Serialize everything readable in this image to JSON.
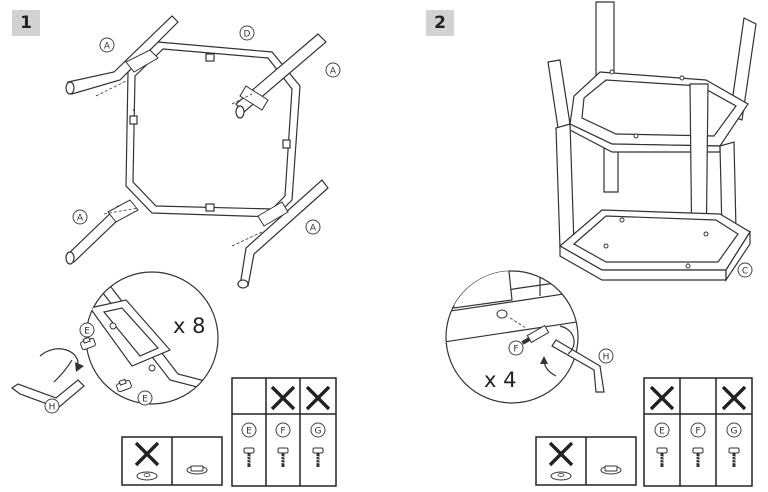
{
  "steps": [
    {
      "number": "1",
      "callouts": [
        "A",
        "A",
        "A",
        "A",
        "D"
      ],
      "detail": {
        "quantity": "x 8",
        "labels": [
          "E",
          "E",
          "H"
        ]
      },
      "parts_table": {
        "columns": [
          "E",
          "F",
          "G"
        ],
        "excluded": [
          "F",
          "G"
        ]
      },
      "washer_table": {
        "excluded": [
          "washer"
        ]
      }
    },
    {
      "number": "2",
      "callouts": [
        "C"
      ],
      "detail": {
        "quantity": "x 4",
        "labels": [
          "F",
          "H"
        ]
      },
      "parts_table": {
        "columns": [
          "E",
          "F",
          "G"
        ],
        "excluded": [
          "E",
          "G"
        ]
      },
      "washer_table": {
        "excluded": [
          "washer"
        ]
      }
    }
  ],
  "colors": {
    "line": "#333333",
    "step_badge": "#d2d2d2",
    "cross": "#222222"
  }
}
